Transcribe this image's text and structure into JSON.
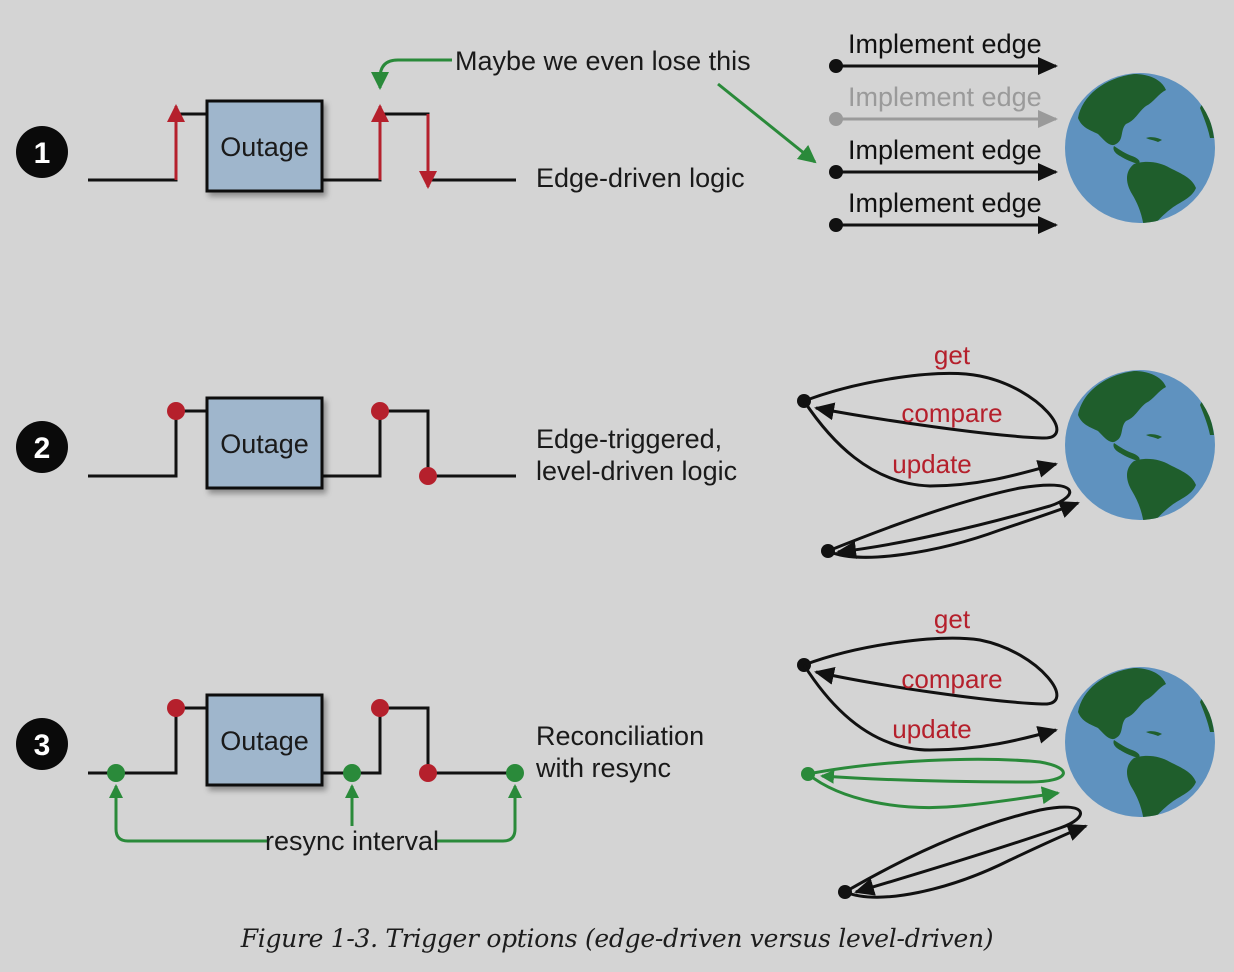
{
  "colors": {
    "background": "#d4d4d4",
    "line": "#111111",
    "edge_red": "#b5202c",
    "annotation_green": "#2a8a3a",
    "box_fill": "#9fb6cc",
    "lost_gray": "#9a9a9a",
    "ocean": "#5f92bf",
    "land": "#1f5e2c"
  },
  "rows": [
    {
      "number": "1",
      "box_label": "Outage",
      "description": [
        "Edge-driven logic"
      ],
      "marker_style": "arrows"
    },
    {
      "number": "2",
      "box_label": "Outage",
      "description": [
        "Edge-triggered,",
        "level-driven logic"
      ],
      "marker_style": "dots"
    },
    {
      "number": "3",
      "box_label": "Outage",
      "description": [
        "Reconciliation",
        "with resync"
      ],
      "marker_style": "dots+resync"
    }
  ],
  "annotations": {
    "lost_edge": "Maybe we even lose this",
    "resync_interval": "resync interval"
  },
  "edges_panel": {
    "items": [
      {
        "label": "Implement edge",
        "lost": false
      },
      {
        "label": "Implement edge",
        "lost": true
      },
      {
        "label": "Implement edge",
        "lost": false
      },
      {
        "label": "Implement edge",
        "lost": false
      }
    ]
  },
  "loop_panels": [
    {
      "get": "get",
      "compare": "compare",
      "update": "update"
    },
    {
      "get": "get",
      "compare": "compare",
      "update": "update"
    }
  ],
  "globe_icon": "earth-globe-americas",
  "caption": "Figure 1-3. Trigger options (edge-driven versus level-driven)"
}
